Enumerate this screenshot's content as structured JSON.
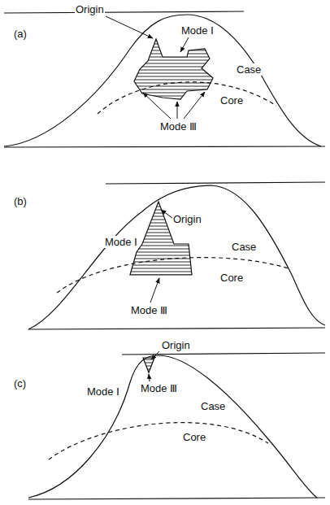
{
  "diagram": {
    "labels": [
      "(a)",
      "Origin",
      "Mode Ⅰ",
      "Case",
      "Core",
      "Mode Ⅲ",
      "(b)",
      "Origin",
      "Mode Ⅰ",
      "Case",
      "Core",
      "Mode Ⅲ",
      "(c)",
      "Origin",
      "Mode Ⅰ",
      "Mode Ⅲ",
      "Case",
      "Core"
    ]
  }
}
